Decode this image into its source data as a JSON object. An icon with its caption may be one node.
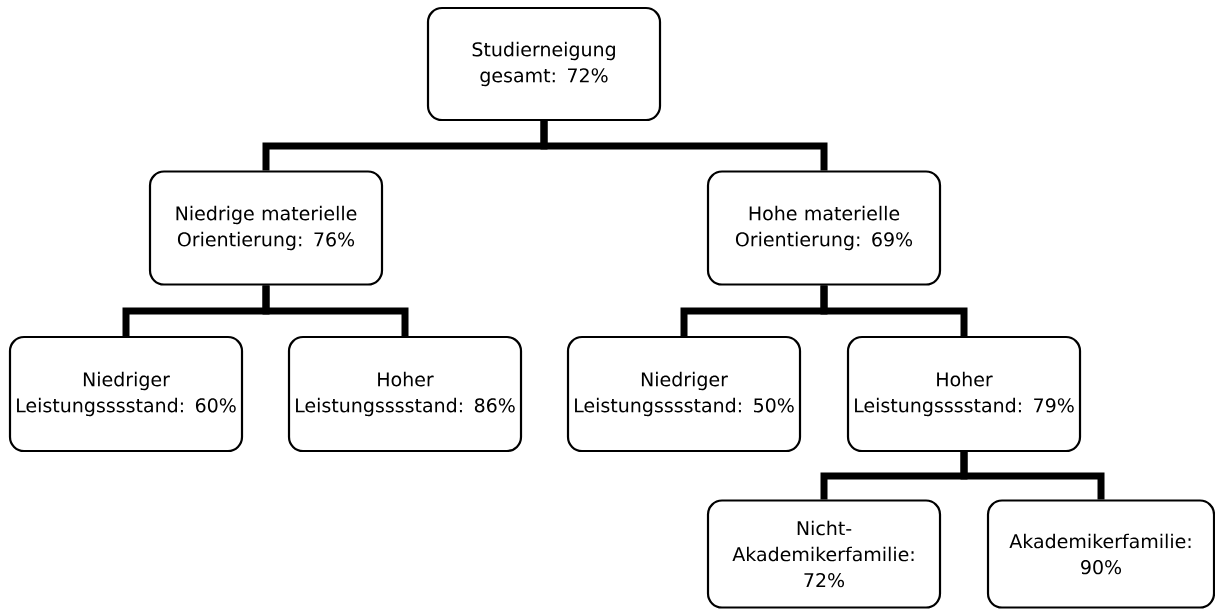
{
  "diagram": {
    "nodes": [
      {
        "text": [
          "Studierneigung gesamt: 72%"
        ]
      },
      {
        "text": [
          "Niedrige materielle Orientierung: 76%"
        ]
      },
      {
        "text": [
          "Hohe materielle Orientierung: 69%"
        ]
      },
      {
        "text": [
          "Niedriger Leistungsssstand: 60%"
        ]
      },
      {
        "text": [
          "Hoher Leistungsssstand: 86%"
        ]
      },
      {
        "text": [
          "Niedriger Leistungsssstand: 50%"
        ]
      },
      {
        "text": [
          "Hoher Leistungsssstand: 79%"
        ]
      },
      {
        "text": [
          "Nicht-Akademikerfamilie: 72%"
        ]
      },
      {
        "text": [
          "Akademikerfamilie: 90%"
        ]
      }
    ],
    "edges": [
      {
        "from": 0,
        "to": 1,
        "arrow": "none"
      },
      {
        "from": 0,
        "to": 2,
        "arrow": "none"
      },
      {
        "from": 1,
        "to": 3,
        "arrow": "none"
      },
      {
        "from": 1,
        "to": 4,
        "arrow": "none"
      },
      {
        "from": 2,
        "to": 5,
        "arrow": "none"
      },
      {
        "from": 2,
        "to": 6,
        "arrow": "none"
      },
      {
        "from": 6,
        "to": 7,
        "arrow": "none"
      },
      {
        "from": 6,
        "to": 8,
        "arrow": "none"
      }
    ]
  }
}
